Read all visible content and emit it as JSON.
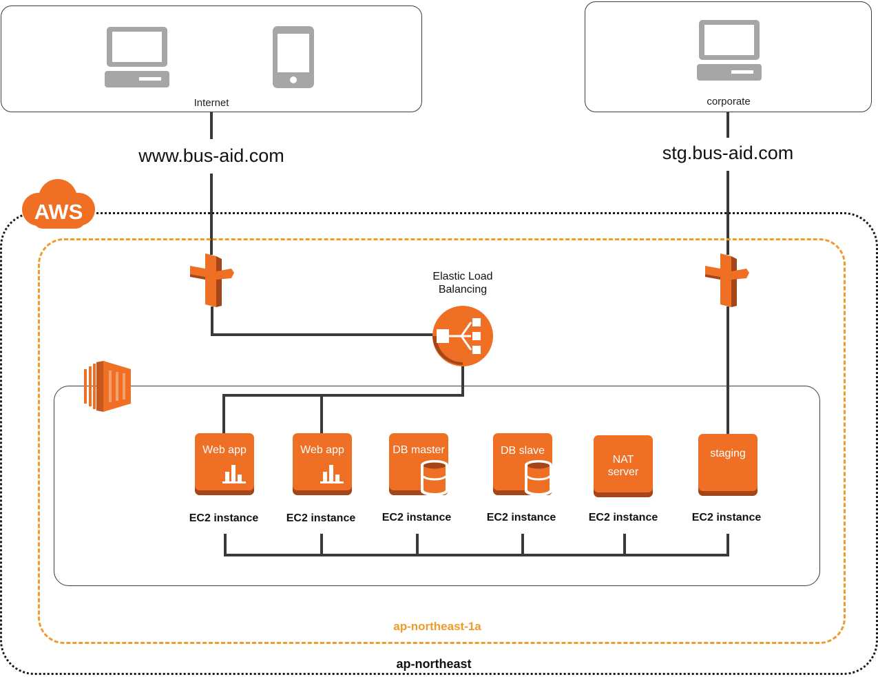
{
  "clients": {
    "internet": {
      "label": "Internet"
    },
    "corporate": {
      "label": "corporate"
    }
  },
  "domains": {
    "production": "www.bus-aid.com",
    "staging": "stg.bus-aid.com"
  },
  "aws": {
    "logo_text": "AWS",
    "region_label": "ap-northeast",
    "az_label": "ap-northeast-1a",
    "elb_label_line1": "Elastic Load",
    "elb_label_line2": "Balancing"
  },
  "instances": [
    {
      "tile": "Web app",
      "label": "EC2 instance"
    },
    {
      "tile": "Web app",
      "label": "EC2 instance"
    },
    {
      "tile": "DB master",
      "label": "EC2 instance"
    },
    {
      "tile": "DB slave",
      "label": "EC2 instance"
    },
    {
      "tile": "NAT server",
      "label": "EC2 instance"
    },
    {
      "tile": "staging",
      "label": "EC2 instance"
    }
  ],
  "colors": {
    "aws_orange": "#ef6f25",
    "aws_orange_dark": "#a4461a",
    "az_border": "#f09a2a",
    "device_gray": "#a6a6a6",
    "line": "#3a3a3a"
  }
}
